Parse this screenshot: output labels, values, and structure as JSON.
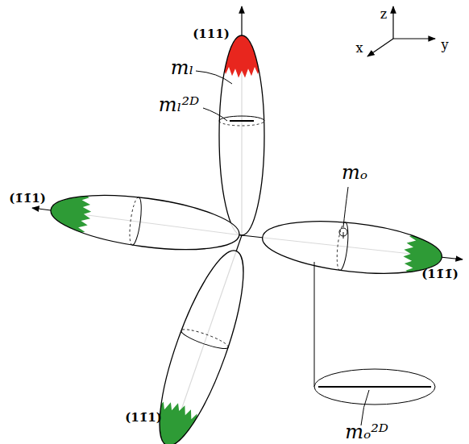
{
  "diagram": {
    "labels": [
      "z",
      "x",
      "y",
      "(111)",
      "mₗ",
      "mₗ²ᴰ",
      "(1̄1̄1)",
      "mₒ",
      "(11̄1̄)",
      "(11̄1)",
      "mₒ²ᴰ"
    ]
  }
}
